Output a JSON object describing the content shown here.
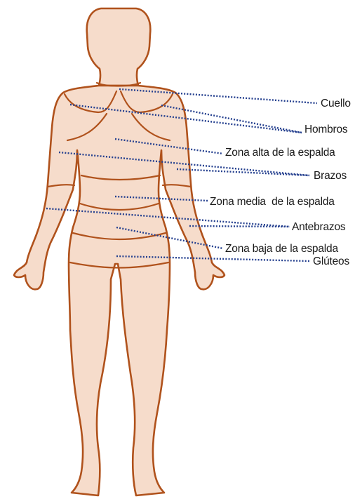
{
  "figure": {
    "colors": {
      "skin": "#f6dccb",
      "outline": "#b0521c",
      "leader": "#25408f",
      "text": "#1a1a1a"
    },
    "labels": [
      {
        "id": "cuello",
        "text": "Cuello"
      },
      {
        "id": "hombros",
        "text": "Hombros"
      },
      {
        "id": "zona-alta",
        "text": "Zona alta de la espalda"
      },
      {
        "id": "brazos",
        "text": "Brazos"
      },
      {
        "id": "zona-media",
        "text": "Zona media  de la espalda"
      },
      {
        "id": "antebrazos",
        "text": "Antebrazos"
      },
      {
        "id": "zona-baja",
        "text": "Zona baja de la espalda"
      },
      {
        "id": "gluteos",
        "text": "Glúteos"
      }
    ]
  }
}
